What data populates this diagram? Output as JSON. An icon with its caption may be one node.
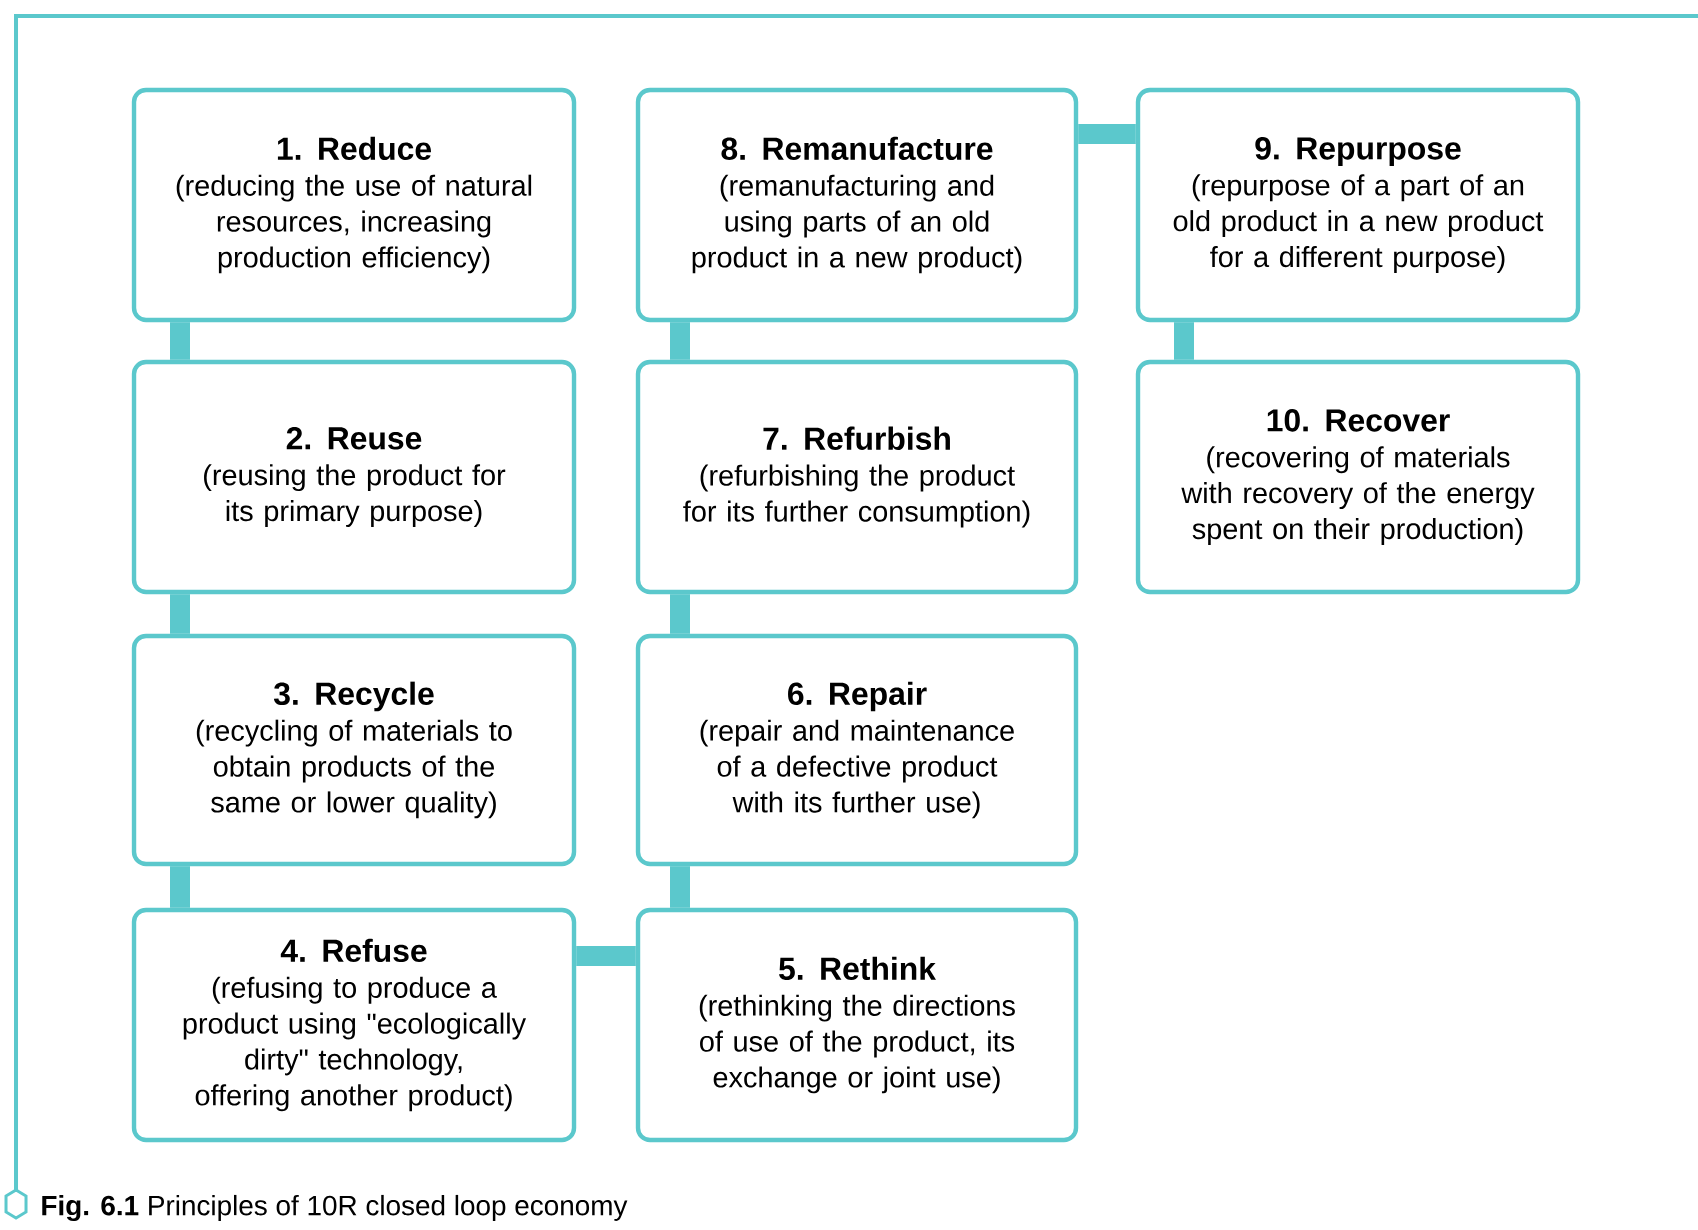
{
  "diagram": {
    "caption": "**Fig. 6.1** Principles of 10R closed loop economy",
    "nodes": [
      {
        "text": [
          "1. Reduce",
          "(reducing the use of natural resources, increasing production efficiency)"
        ]
      },
      {
        "text": [
          "2. Reuse",
          "(reusing the product for its primary purpose)"
        ]
      },
      {
        "text": [
          "3. Recycle",
          "(recycling of materials to obtain products of the same or lower quality)"
        ]
      },
      {
        "text": [
          "4. Refuse",
          "(refusing to produce a product using \"ecologically dirty\" technology, offering another product)"
        ]
      },
      {
        "text": [
          "5. Rethink",
          "(rethinking the directions of use of the product, its exchange or joint use)"
        ]
      },
      {
        "text": [
          "6. Repair",
          "(repair and maintenance of a defective product with its further use)"
        ]
      },
      {
        "text": [
          "7. Refurbish",
          "(refurbishing the product for its further consumption)"
        ]
      },
      {
        "text": [
          "8. Remanufacture",
          "(remanufacturing and using parts of an old product in a new product)"
        ]
      },
      {
        "text": [
          "9. Repurpose",
          "(repurpose of a part of an old product in a new product for a different purpose)"
        ]
      },
      {
        "text": [
          "10. Recover",
          "(recovering of materials with recovery of the energy spent on their production)"
        ]
      }
    ],
    "edges": [
      {
        "from": 0,
        "to": 1,
        "arrow": "none"
      },
      {
        "from": 1,
        "to": 2,
        "arrow": "none"
      },
      {
        "from": 2,
        "to": 3,
        "arrow": "none"
      },
      {
        "from": 3,
        "to": 4,
        "arrow": "none"
      },
      {
        "from": 4,
        "to": 5,
        "arrow": "none"
      },
      {
        "from": 5,
        "to": 6,
        "arrow": "none"
      },
      {
        "from": 6,
        "to": 7,
        "arrow": "none"
      },
      {
        "from": 7,
        "to": 8,
        "arrow": "none"
      },
      {
        "from": 8,
        "to": 9,
        "arrow": "none"
      }
    ]
  }
}
